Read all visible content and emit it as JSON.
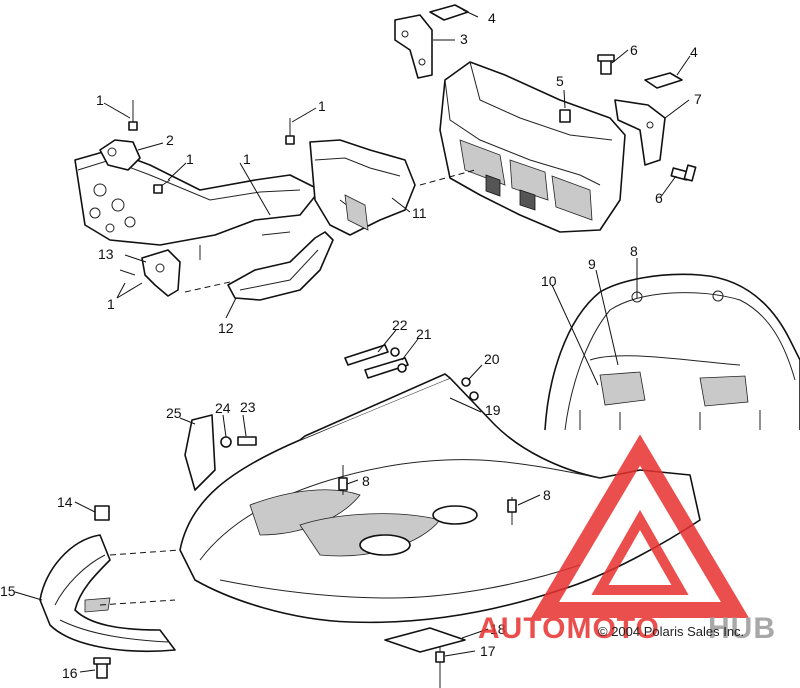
{
  "diagram": {
    "callouts": [
      "1",
      "2",
      "3",
      "4",
      "5",
      "6",
      "7",
      "8",
      "9",
      "10",
      "11",
      "12",
      "13",
      "14",
      "15",
      "16",
      "17",
      "18",
      "19",
      "20",
      "21",
      "22",
      "23",
      "24",
      "25"
    ],
    "copyright": "© 2004 Polaris Sales Inc.",
    "watermark": {
      "brand_part1": "AUTOMOTO",
      "brand_part2": "HUB",
      "color_red": "#e8312f",
      "color_gray": "#9a9a9a"
    }
  }
}
